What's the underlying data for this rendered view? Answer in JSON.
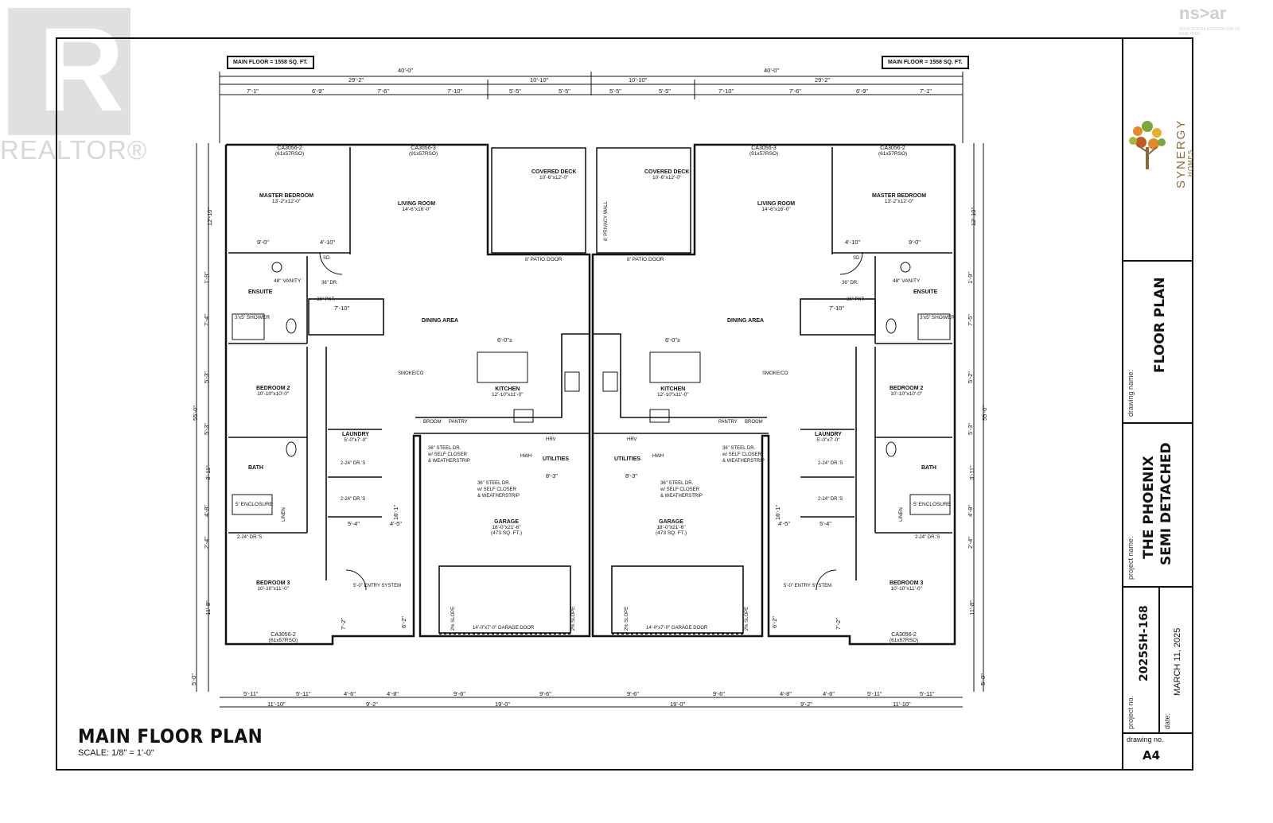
{
  "watermarks": {
    "realtor": "REALTOR®",
    "nsar": "ns>ar",
    "nsar_sub": "NOVA SCOTIA ASSOCIATION OF REALTORS"
  },
  "plan": {
    "title": "MAIN FLOOR PLAN",
    "scale": "SCALE: 1/8\" = 1'-0\"",
    "area_left": "MAIN FLOOR = 1558 SQ. FT.",
    "area_right": "MAIN FLOOR = 1558 SQ. FT.",
    "top_dims": {
      "overall": "40'-0\"",
      "a": "29'-2\"",
      "b": "10'-10\"",
      "segments_left": [
        "7'-1\"",
        "6'-9\"",
        "7'-6\"",
        "7'-10\"",
        "5'-5\"",
        "5'-5\""
      ],
      "segments_right": [
        "5'-5\"",
        "5'-5\"",
        "7'-10\"",
        "7'-6\"",
        "6'-9\"",
        "7'-1\""
      ]
    },
    "bottom_dims": {
      "segments_left": [
        "5'-11\"",
        "5'-11\"",
        "4'-6\"",
        "4'-8\"",
        "9'-6\"",
        "9'-6\""
      ],
      "totals_left": [
        "11'-10\"",
        "9'-2\"",
        "19'-0\""
      ],
      "segments_right": [
        "9'-6\"",
        "9'-6\"",
        "4'-8\"",
        "4'-6\"",
        "5'-11\"",
        "5'-11\""
      ],
      "totals_right": [
        "19'-0\"",
        "9'-2\"",
        "11'-10\""
      ]
    },
    "side_dims": {
      "overall": "55'-0\"",
      "left": [
        "12'-10\"",
        "1'-9\"",
        "7'-4\"",
        "5'-3\"",
        "5'-3\"",
        "3'-11\"",
        "4'-8\"",
        "2'-4\"",
        "11'-8\"",
        "5'-0\""
      ],
      "right": [
        "12'-10\"",
        "1'-9\"",
        "7'-5\"",
        "5'-2\"",
        "5'-3\"",
        "3'-11\"",
        "4'-8\"",
        "2'-4\"",
        "11'-8\"",
        "5'-0\""
      ]
    },
    "rooms_left": [
      {
        "name": "MASTER BEDROOM",
        "dim": "13'-2\"x12'-0\""
      },
      {
        "name": "LIVING ROOM",
        "dim": "14'-6\"x16'-0\""
      },
      {
        "name": "COVERED DECK",
        "dim": "10'-6\"x12'-0\""
      },
      {
        "name": "ENSUITE",
        "dim": ""
      },
      {
        "name": "DINING AREA",
        "dim": ""
      },
      {
        "name": "KITCHEN",
        "dim": "12'-10\"x11'-0\""
      },
      {
        "name": "BEDROOM 2",
        "dim": "10'-10\"x10'-0\""
      },
      {
        "name": "LAUNDRY",
        "dim": "5'-0\"x7'-0\""
      },
      {
        "name": "BATH",
        "dim": ""
      },
      {
        "name": "UTILITIES",
        "dim": ""
      },
      {
        "name": "GARAGE",
        "dim": "18'-0\"x21'-6\""
      },
      {
        "name": "(473 SQ. FT.)",
        "dim": ""
      },
      {
        "name": "BEDROOM 3",
        "dim": "10'-10\"x11'-0\""
      }
    ],
    "rooms_right": [
      {
        "name": "MASTER BEDROOM",
        "dim": "13'-2\"x12'-0\""
      },
      {
        "name": "LIVING ROOM",
        "dim": "14'-6\"x16'-0\""
      },
      {
        "name": "COVERED DECK",
        "dim": "10'-6\"x12'-0\""
      },
      {
        "name": "ENSUITE",
        "dim": ""
      },
      {
        "name": "DINING AREA",
        "dim": ""
      },
      {
        "name": "KITCHEN",
        "dim": "12'-10\"x11'-0\""
      },
      {
        "name": "BEDROOM 2",
        "dim": "10'-10\"x10'-0\""
      },
      {
        "name": "LAUNDRY",
        "dim": "5'-0\"x7'-0\""
      },
      {
        "name": "BATH",
        "dim": ""
      },
      {
        "name": "UTILITIES",
        "dim": ""
      },
      {
        "name": "GARAGE",
        "dim": "18'-0\"x21'-6\""
      },
      {
        "name": "(473 SQ. FT.)",
        "dim": ""
      },
      {
        "name": "BEDROOM 3",
        "dim": "10'-10\"x11'-0\""
      }
    ],
    "notes": {
      "window_1": "CA3056-2",
      "window_1_size": "(61x57RSO)",
      "window_2": "CA3056-3",
      "window_2_size": "(91x57RSO)",
      "patio_door": "8' PATIO DOOR",
      "privacy_wall": "6' PRIVACY WALL",
      "vanity": "48\" VANITY",
      "shower": "3'x5' SHOWER",
      "enclosure": "5' ENCLOSURE",
      "island": "6'-0\"±",
      "smoke": "SMOKE/CO",
      "broom": "BROOM",
      "pantry": "PANTRY",
      "hrv": "HRV",
      "hwh": "HWH",
      "steel_door": "36\" STEEL DR.",
      "self_closer": "w/ SELF CLOSER",
      "weatherstrip": "& WEATHERSTRIP",
      "garage_door": "14'-0\"x7'-0\" GARAGE DOOR",
      "slope": "2% SLOPE",
      "entry": "5'-0\" ENTRY SYSTEM",
      "door_36": "36\" DR.",
      "door_pkt": "36\" PKT.",
      "closet": "2-24\" DR.'S",
      "linen": "LINEN",
      "sd": "SD",
      "dim_7_10": "7'-10\"",
      "dim_9_0": "9'-0\"",
      "dim_4_10": "4'-10\"",
      "dim_8_3": "8'-3\"",
      "dim_16_1": "16'-1\"",
      "dim_6_2": "6'-2\"",
      "dim_7_2": "7'-2\"",
      "dim_5_4": "5'-4\"",
      "dim_4_5": "4'-5\""
    }
  },
  "title_block": {
    "logo_name": "SYNERGY",
    "logo_sub": "HOMES",
    "drawing_name_label": "drawing name:",
    "drawing_name": "FLOOR PLAN",
    "project_name_label": "project name:",
    "project_name_line1": "THE PHOENIX",
    "project_name_line2": "SEMI DETACHED",
    "project_no_label": "project no.",
    "project_no": "2025SH-168",
    "date_label": "date:",
    "date": "MARCH 11, 2025",
    "drawing_no_label": "drawing no.",
    "drawing_no": "A4"
  },
  "colors": {
    "ink": "#111111",
    "watermark": "#d8d8d8",
    "logo_orange": "#e58a2a",
    "logo_green": "#7da63a",
    "logo_brown": "#8a6a3a"
  }
}
